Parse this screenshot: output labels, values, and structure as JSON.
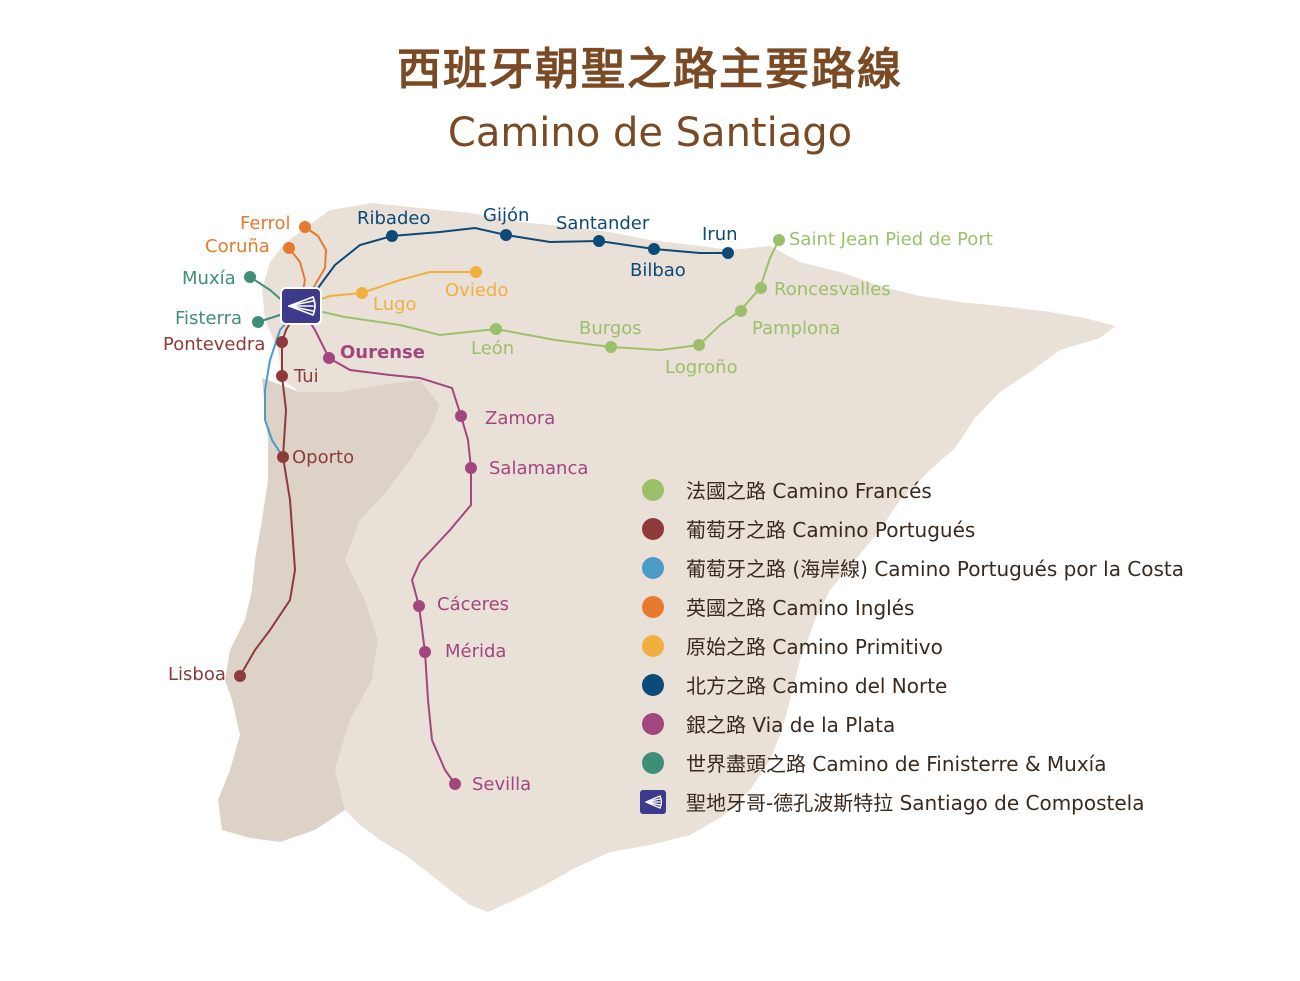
{
  "title": {
    "zh": "西班牙朝聖之路主要路線",
    "en": "Camino de Santiago"
  },
  "colors": {
    "frances": "#9cc06a",
    "portugues": "#8f3a3a",
    "costa": "#4a9bc6",
    "ingles": "#e67a2e",
    "primitivo": "#f0b040",
    "norte": "#0d4a78",
    "plata": "#a2467e",
    "finisterre": "#3f8f78",
    "santiago": "#3d3a8c",
    "land": "#e9e0d7",
    "portugal": "#ddd2c7"
  },
  "places": {
    "ferrol": "Ferrol",
    "coruna": "Coruña",
    "muxia": "Muxía",
    "fisterra": "Fisterra",
    "pontevedra": "Pontevedra",
    "tui": "Tui",
    "oporto": "Oporto",
    "lisboa": "Lisboa",
    "ribadeo": "Ribadeo",
    "gijon": "Gijón",
    "santander": "Santander",
    "bilbao": "Bilbao",
    "irun": "Irun",
    "sjpp": "Saint Jean Pied de Port",
    "roncesvalles": "Roncesvalles",
    "pamplona": "Pamplona",
    "logrono": "Logroño",
    "burgos": "Burgos",
    "leon": "León",
    "lugo": "Lugo",
    "oviedo": "Oviedo",
    "ourense": "Ourense",
    "zamora": "Zamora",
    "salamanca": "Salamanca",
    "caceres": "Cáceres",
    "merida": "Mérida",
    "sevilla": "Sevilla"
  },
  "legend": [
    {
      "color": "#9cc06a",
      "label": "法國之路 Camino Francés"
    },
    {
      "color": "#8f3a3a",
      "label": "葡萄牙之路 Camino Portugués"
    },
    {
      "color": "#4a9bc6",
      "label": "葡萄牙之路 (海岸線) Camino Portugués por la Costa"
    },
    {
      "color": "#e67a2e",
      "label": "英國之路 Camino Inglés"
    },
    {
      "color": "#f0b040",
      "label": "原始之路 Camino Primitivo"
    },
    {
      "color": "#0d4a78",
      "label": "北方之路 Camino del Norte"
    },
    {
      "color": "#a2467e",
      "label": "銀之路 Via de la Plata"
    },
    {
      "color": "#3f8f78",
      "label": "世界盡頭之路 Camino de Finisterre & Muxía"
    },
    {
      "color": "#3d3a8c",
      "label": "聖地牙哥-德孔波斯特拉 Santiago de Compostela",
      "shell": "shell-icon"
    }
  ]
}
